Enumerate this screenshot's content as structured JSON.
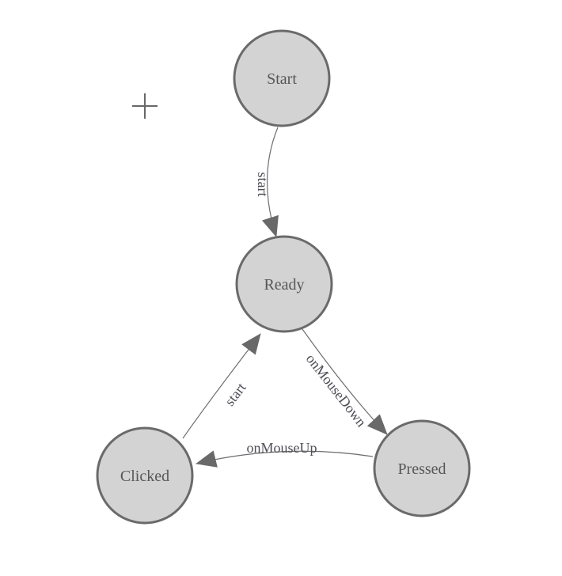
{
  "diagram": {
    "kind": "state-machine",
    "background": "#ffffff",
    "palette": {
      "node_fill": "#d3d3d3",
      "node_stroke": "#6a6a6a",
      "node_text": "#575757",
      "edge_stroke": "#6e6e6e",
      "edge_text": "#4e4e56",
      "arrow_fill": "#696969",
      "crosshair": "#686868"
    }
  },
  "nodes": [
    {
      "id": "start",
      "label": "Start"
    },
    {
      "id": "ready",
      "label": "Ready"
    },
    {
      "id": "clicked",
      "label": "Clicked"
    },
    {
      "id": "pressed",
      "label": "Pressed"
    }
  ],
  "edges": [
    {
      "from": "start",
      "to": "ready",
      "label": "start"
    },
    {
      "from": "clicked",
      "to": "ready",
      "label": "start"
    },
    {
      "from": "ready",
      "to": "pressed",
      "label": "onMouseDown"
    },
    {
      "from": "pressed",
      "to": "clicked",
      "label": "onMouseUp"
    }
  ],
  "cursor": {
    "type": "crosshair"
  }
}
